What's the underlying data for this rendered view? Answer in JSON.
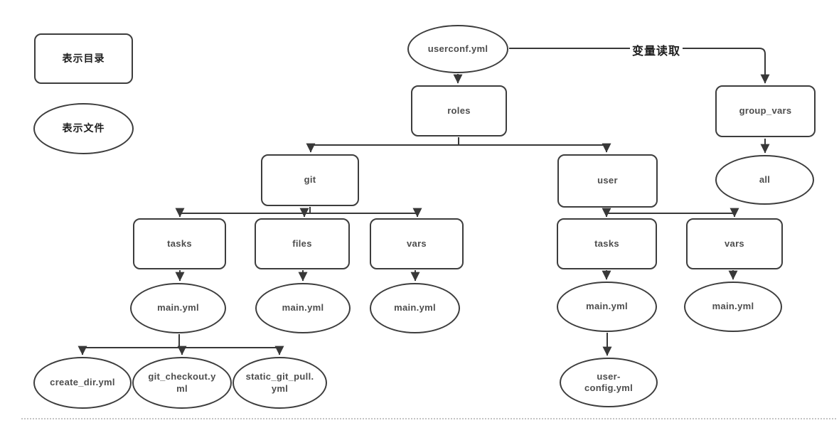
{
  "legend": {
    "directory_label": "表示目录",
    "file_label": "表示文件"
  },
  "edge_label": "变量读取",
  "colors": {
    "stroke": "#3d3d3d",
    "edge": "#383838",
    "node_text": "#4d4d4d",
    "label_text": "#1c1c1c"
  },
  "nodes": {
    "userconf": "userconf.yml",
    "roles": "roles",
    "group_vars": "group_vars",
    "all": "all",
    "git": "git",
    "user": "user",
    "git_tasks": "tasks",
    "git_files": "files",
    "git_vars": "vars",
    "user_tasks": "tasks",
    "user_vars": "vars",
    "git_tasks_main": "main.yml",
    "git_files_main": "main.yml",
    "git_vars_main": "main.yml",
    "user_tasks_main": "main.yml",
    "user_vars_main": "main.yml",
    "create_dir": "create_dir.yml",
    "git_checkout": "git_checkout.y\nml",
    "static_git_pull": "static_git_pull.\nyml",
    "user_config": "user-\nconfig.yml"
  }
}
